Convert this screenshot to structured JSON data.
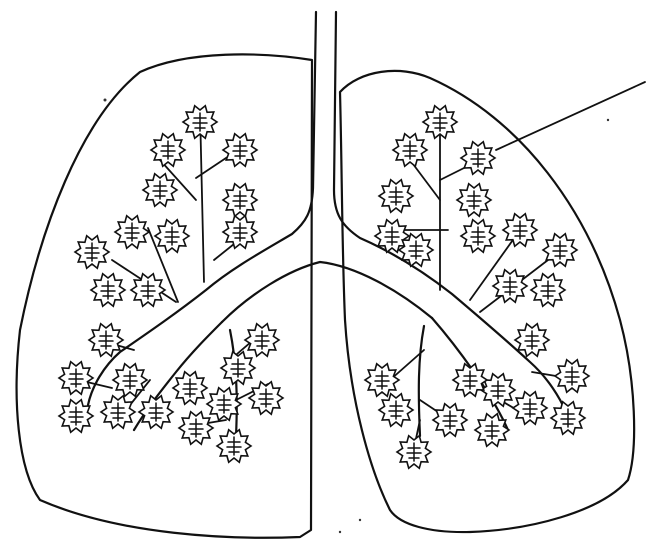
{
  "diagram": {
    "subject": "lungs",
    "parts": [
      "trachea",
      "bronchi",
      "bronchioles",
      "alveoli",
      "left-lung",
      "right-lung"
    ],
    "callout": {
      "label": ""
    }
  },
  "colors": {
    "ink": "#111111",
    "paper": "#ffffff"
  }
}
